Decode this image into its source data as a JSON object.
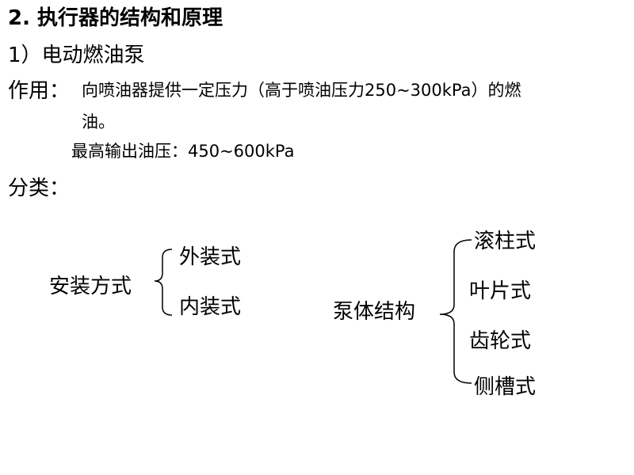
{
  "title": "2. 执行器的结构和原理",
  "subtitle": "1）电动燃油泵",
  "function_label": "作用：",
  "function_text_line1": "向喷油器提供一定压力（高于喷油压力250~300kPa）的燃",
  "function_text_line2": "油。",
  "max_pressure": "最高输出油压：450~600kPa",
  "classification_label": "分类：",
  "install": {
    "label": "安装方式",
    "items": [
      "外装式",
      "内装式"
    ]
  },
  "structure": {
    "label": "泵体结构",
    "items": [
      "滚柱式",
      "叶片式",
      "齿轮式",
      "侧槽式"
    ]
  }
}
